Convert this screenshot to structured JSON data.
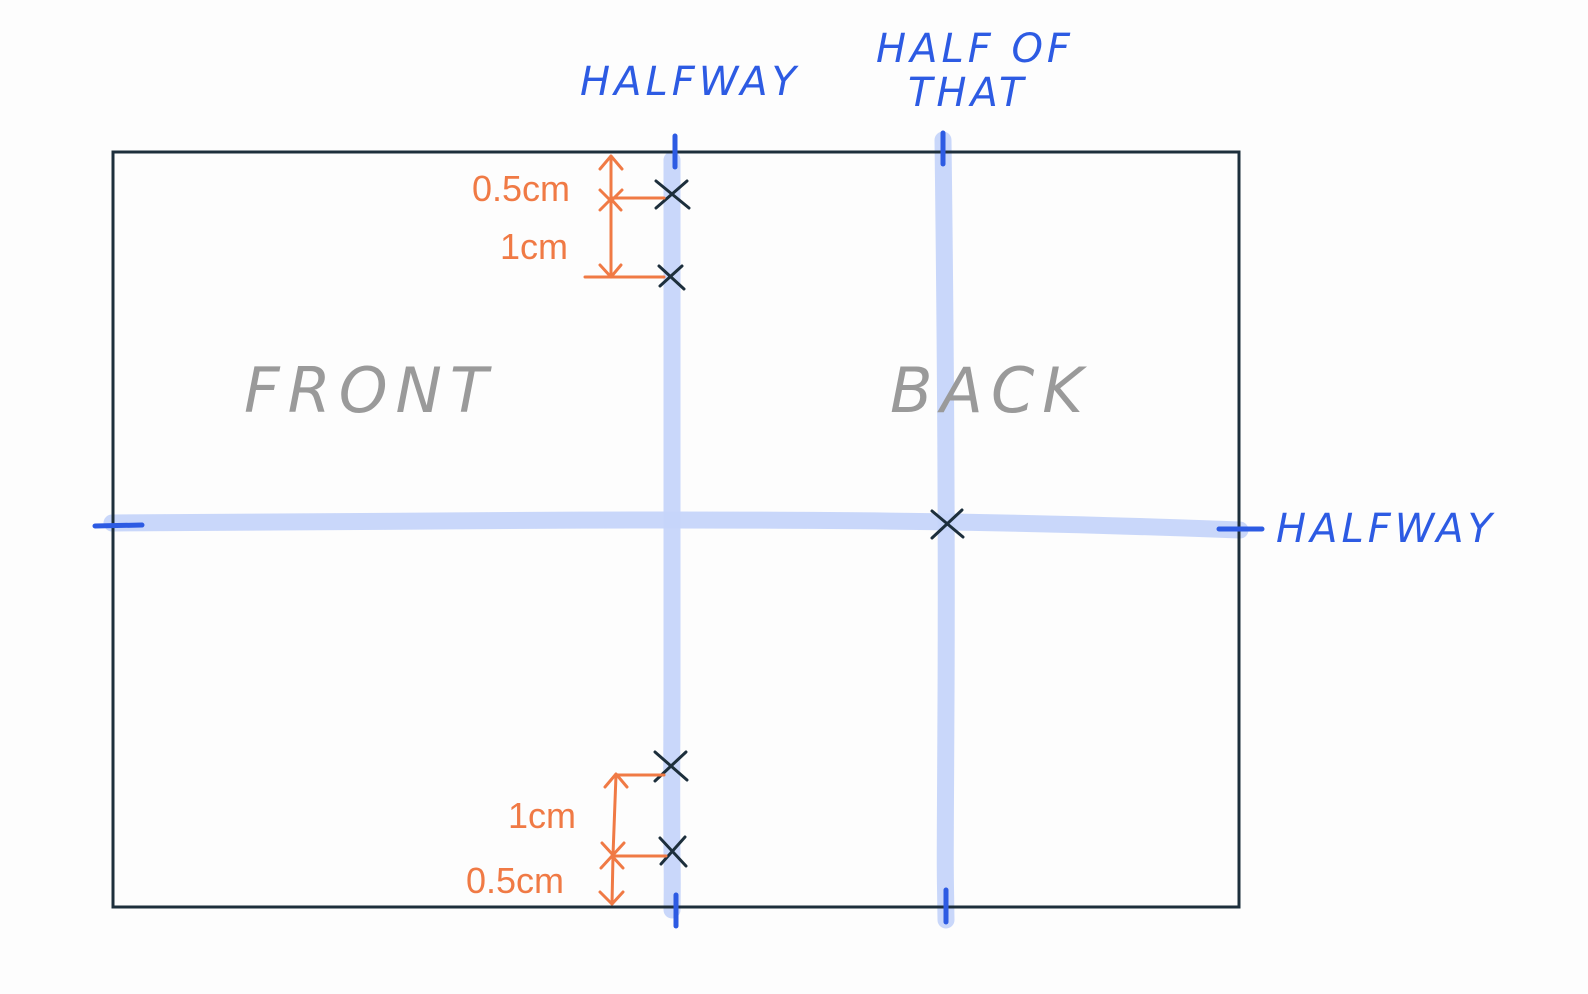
{
  "labels": {
    "top_halfway": "HALFWAY",
    "half_of_that_line1": "HALF OF",
    "half_of_that_line2": "THAT",
    "right_halfway": "HALFWAY",
    "front": "FRONT",
    "back": "BACK"
  },
  "measurements": {
    "top_small": "0.5cm",
    "top_large": "1cm",
    "bottom_large": "1cm",
    "bottom_small": "0.5cm"
  },
  "colors": {
    "guide": "#c6d5fa",
    "ink_blue": "#2d5be3",
    "ink_orange": "#f07a45",
    "ink_dark": "#1d2f3c",
    "ink_gray": "#9a9a9a"
  }
}
